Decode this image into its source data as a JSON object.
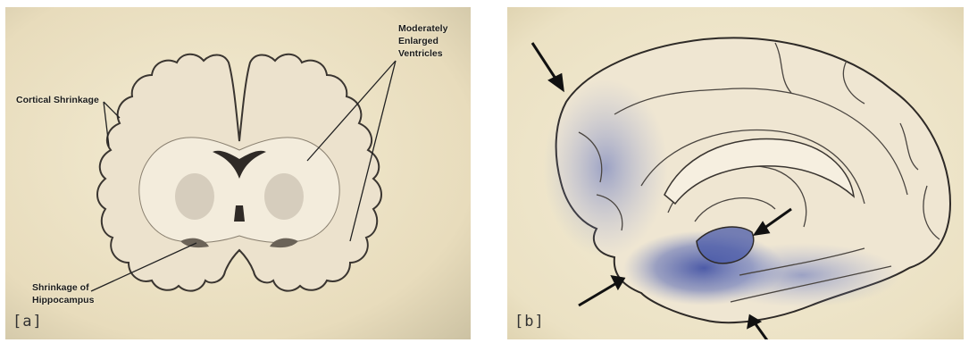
{
  "panel_a": {
    "letter": "[a]",
    "labels": {
      "cortical_shrinkage": "Cortical Shrinkage",
      "ventricles_line1": "Moderately",
      "ventricles_line2": "Enlarged",
      "ventricles_line3": "Ventricles",
      "hippocampus_line1": "Shrinkage of",
      "hippocampus_line2": "Hippocampus"
    }
  },
  "panel_b": {
    "letter": "[b]"
  },
  "colors": {
    "background": "#ede3c6",
    "tissue": "#eadfca",
    "outline": "#3a3530",
    "atrophy_blue": "#4a5aa8"
  }
}
